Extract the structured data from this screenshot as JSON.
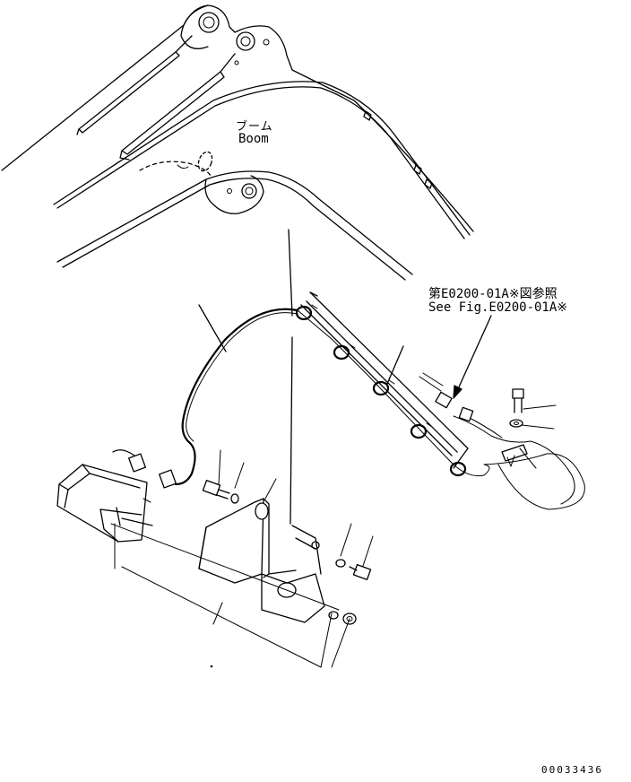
{
  "labels": {
    "boom_jp": "ブーム",
    "boom_en": "Boom",
    "ref_jp": "第E0200-01A※図参照",
    "ref_en": "See Fig.E0200-01A※",
    "drawing_no": "00033436"
  }
}
